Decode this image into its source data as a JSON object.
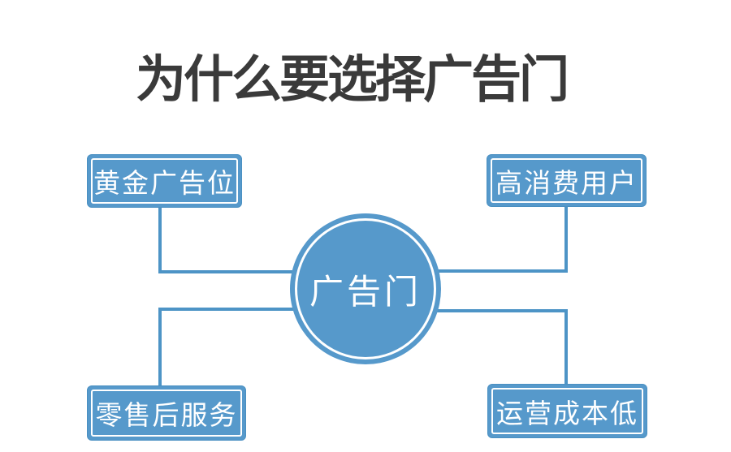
{
  "title": "为什么要选择广告门",
  "center": {
    "label": "广告门"
  },
  "nodes": [
    {
      "id": "top-left",
      "label": "黄金广告位"
    },
    {
      "id": "top-right",
      "label": "高消费用户"
    },
    {
      "id": "bottom-left",
      "label": "零售后服务"
    },
    {
      "id": "bottom-right",
      "label": "运营成本低"
    }
  ],
  "colors": {
    "node_fill": "#5699cb",
    "connector": "#4d94c6",
    "text_on_blue": "#ffffff",
    "title_color": "#3a3a3a",
    "background": "#ffffff"
  }
}
